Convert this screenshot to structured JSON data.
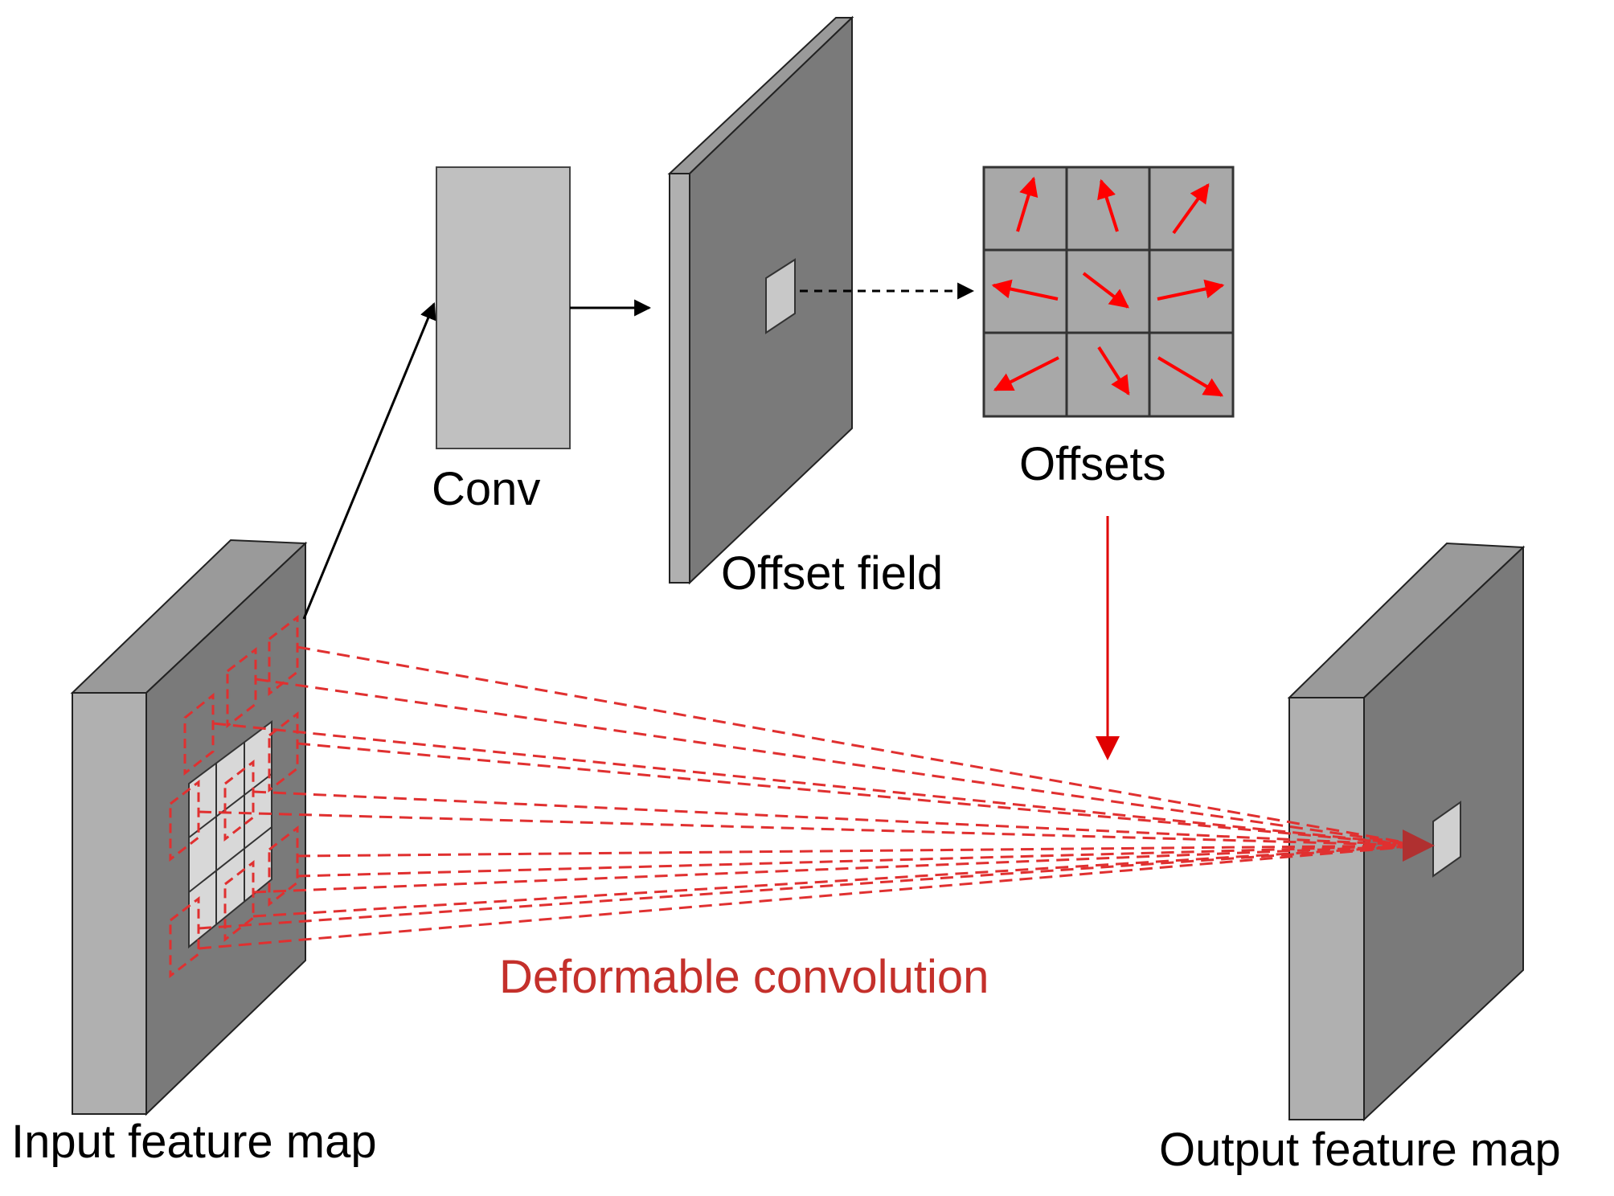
{
  "labels": {
    "conv": "Conv",
    "offset_field": "Offset field",
    "offsets": "Offsets",
    "input_feature_map": "Input feature map",
    "output_feature_map": "Output feature map",
    "deformable_convolution": "Deformable convolution"
  },
  "colors": {
    "block_front": "#7a7a7a",
    "block_side": "#b0b0b0",
    "block_top": "#9a9a9a",
    "conv_fill": "#c0c0c0",
    "offset_cell": "#a8a8a8",
    "arrow_red": "#ff0000",
    "dashed_red": "#e03030",
    "text_red": "#c4302b"
  },
  "icons": {
    "offset_arrows": [
      "arrow-up-right-icon",
      "arrow-up-left-icon",
      "arrow-up-right-icon",
      "arrow-left-icon",
      "arrow-down-right-icon",
      "arrow-right-icon",
      "arrow-down-left-icon",
      "arrow-down-right-icon",
      "arrow-down-right-icon"
    ]
  }
}
